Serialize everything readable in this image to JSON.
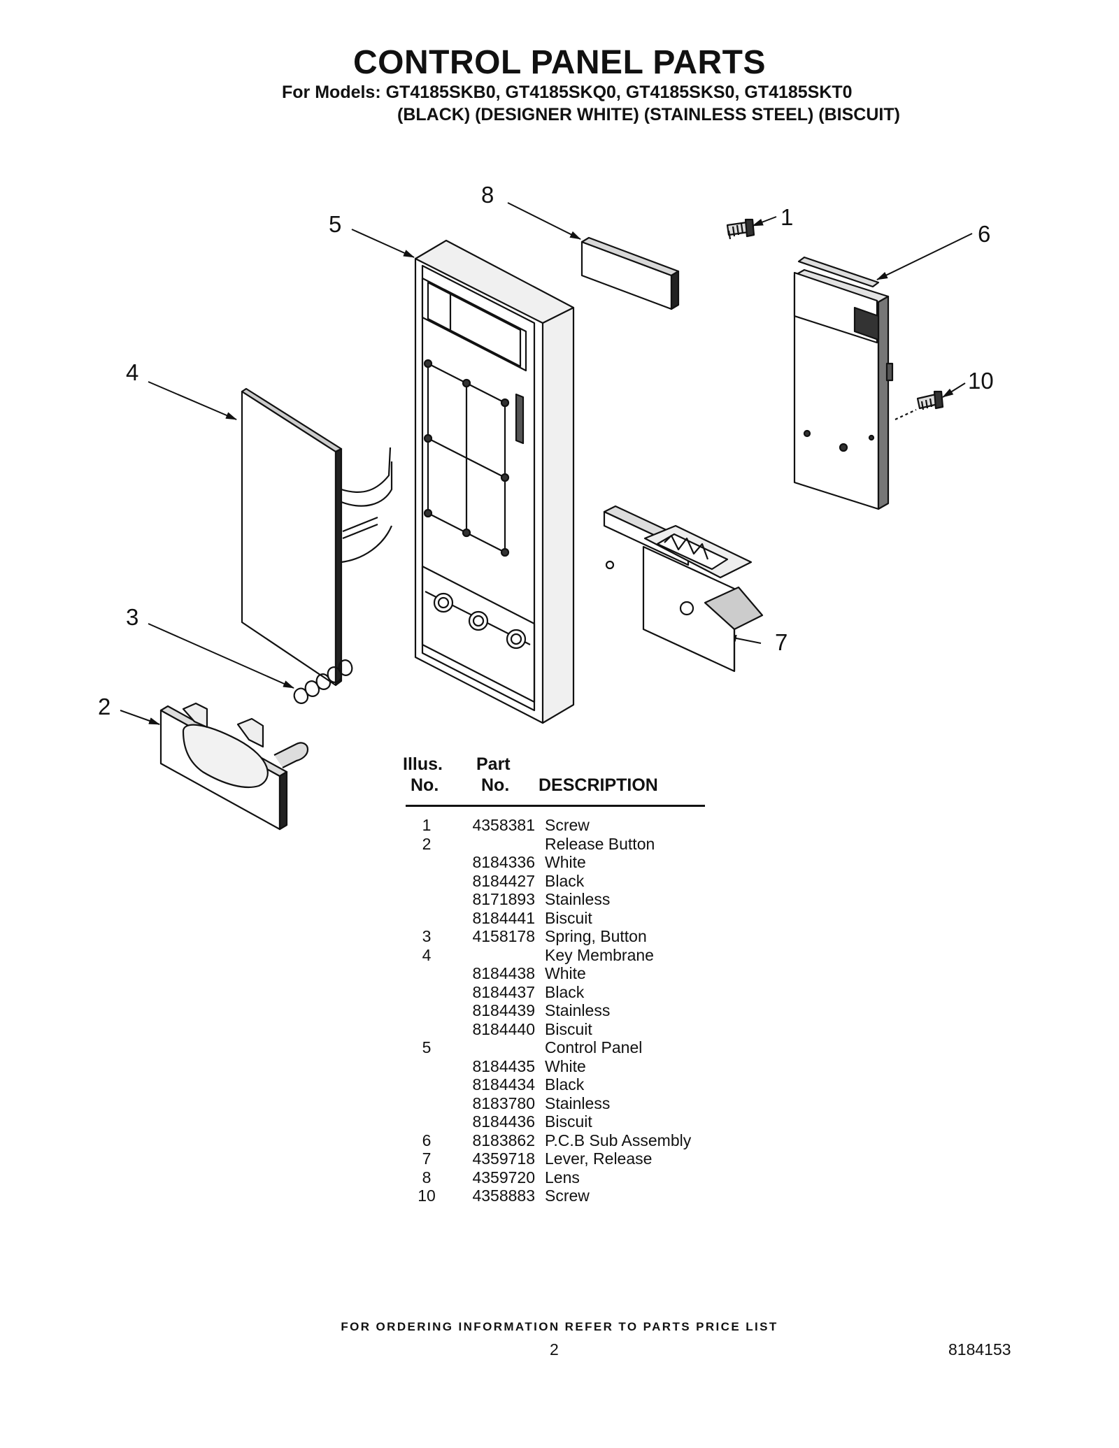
{
  "header": {
    "title": "CONTROL PANEL PARTS",
    "models_line": "For Models: GT4185SKB0, GT4185SKQ0, GT4185SKS0, GT4185SKT0",
    "colors_line": "(BLACK) (DESIGNER WHITE) (STAINLESS STEEL) (BISCUIT)"
  },
  "diagram": {
    "callouts": [
      "1",
      "2",
      "3",
      "4",
      "5",
      "6",
      "7",
      "8",
      "10"
    ]
  },
  "table": {
    "headers": {
      "illus_line1": "Illus.",
      "illus_line2": "No.",
      "part_line1": "Part",
      "part_line2": "No.",
      "description": "DESCRIPTION"
    },
    "rows": [
      {
        "no": "1",
        "part": "4358381",
        "desc": "Screw"
      },
      {
        "no": "2",
        "part": "",
        "desc": "Release Button"
      },
      {
        "no": "",
        "part": "8184336",
        "desc": "White"
      },
      {
        "no": "",
        "part": "8184427",
        "desc": "Black"
      },
      {
        "no": "",
        "part": "8171893",
        "desc": "Stainless"
      },
      {
        "no": "",
        "part": "8184441",
        "desc": "Biscuit"
      },
      {
        "no": "3",
        "part": "4158178",
        "desc": "Spring, Button"
      },
      {
        "no": "4",
        "part": "",
        "desc": "Key Membrane"
      },
      {
        "no": "",
        "part": "8184438",
        "desc": "White"
      },
      {
        "no": "",
        "part": "8184437",
        "desc": "Black"
      },
      {
        "no": "",
        "part": "8184439",
        "desc": "Stainless"
      },
      {
        "no": "",
        "part": "8184440",
        "desc": "Biscuit"
      },
      {
        "no": "5",
        "part": "",
        "desc": "Control Panel"
      },
      {
        "no": "",
        "part": "8184435",
        "desc": "White"
      },
      {
        "no": "",
        "part": "8184434",
        "desc": "Black"
      },
      {
        "no": "",
        "part": "8183780",
        "desc": "Stainless"
      },
      {
        "no": "",
        "part": "8184436",
        "desc": "Biscuit"
      },
      {
        "no": "6",
        "part": "8183862",
        "desc": "P.C.B Sub Assembly"
      },
      {
        "no": "7",
        "part": "4359718",
        "desc": "Lever, Release"
      },
      {
        "no": "8",
        "part": "4359720",
        "desc": "Lens"
      },
      {
        "no": "10",
        "part": "4358883",
        "desc": "Screw"
      }
    ]
  },
  "footer": {
    "ordering_note": "FOR ORDERING INFORMATION REFER TO PARTS PRICE LIST",
    "page_number": "2",
    "document_number": "8184153"
  }
}
